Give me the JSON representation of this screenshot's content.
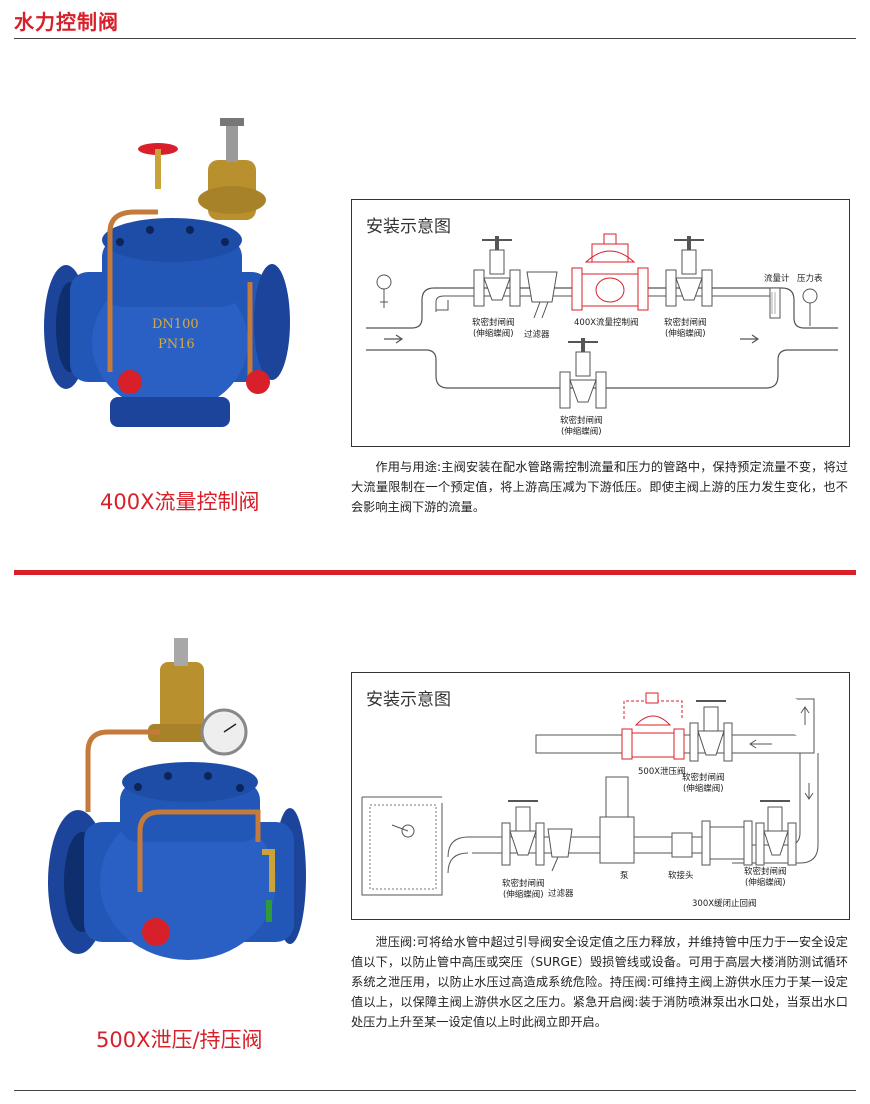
{
  "header": {
    "title": "水力控制阀"
  },
  "product1": {
    "caption": "400X流量控制阀",
    "valve_marking": [
      "DN100",
      "PN16"
    ],
    "diagram": {
      "title": "安装示意图",
      "labels": {
        "gate_left": [
          "软密封闸阀",
          "(伸缩蝶阀)"
        ],
        "main_valve": "400X流量控制阀",
        "gate_right": [
          "软密封闸阀",
          "(伸缩蝶阀)"
        ],
        "strainer": "过滤器",
        "flowmeter": "流量计",
        "pressure_gauge": "压力表",
        "gate_bypass": [
          "软密封闸阀",
          "(伸缩蝶阀)"
        ]
      }
    },
    "description": "作用与用途:主阀安装在配水管路需控制流量和压力的管路中，保持预定流量不变，将过大流量限制在一个预定值，将上游高压减为下游低压。即使主阀上游的压力发生变化，也不会影响主阀下游的流量。"
  },
  "product2": {
    "caption": "500X泄压/持压阀",
    "diagram": {
      "title": "安装示意图",
      "labels": {
        "main_valve": "500X泄压阀",
        "gate_top": [
          "软密封闸阀",
          "(伸缩蝶阀)"
        ],
        "gate_left": [
          "软密封闸阀",
          "(伸缩蝶阀)"
        ],
        "strainer": "过滤器",
        "pump": "泵",
        "flex_joint": "软接头",
        "gate_right": [
          "软密封闸阀",
          "(伸缩蝶阀)"
        ],
        "check_valve": "300X缓闭止回阀"
      }
    },
    "description": "泄压阀:可将给水管中超过引导阀安全设定值之压力释放，并维持管中压力于一安全设定值以下，以防止管中高压或突压（SURGE）毁损管线或设备。可用于高层大楼消防测试循环系统之泄压用，以防止水压过高造成系统危险。持压阀:可维持主阀上游供水压力于某一设定值以上，以保障主阀上游供水区之压力。紧急开启阀:装于消防喷淋泵出水口处，当泵出水口处压力上升至某一设定值以上时此阀立即开启。"
  },
  "colors": {
    "accent": "#d8202a",
    "valve_blue": "#1f4fa8",
    "copper": "#c47a3a",
    "brass": "#b8902e"
  }
}
